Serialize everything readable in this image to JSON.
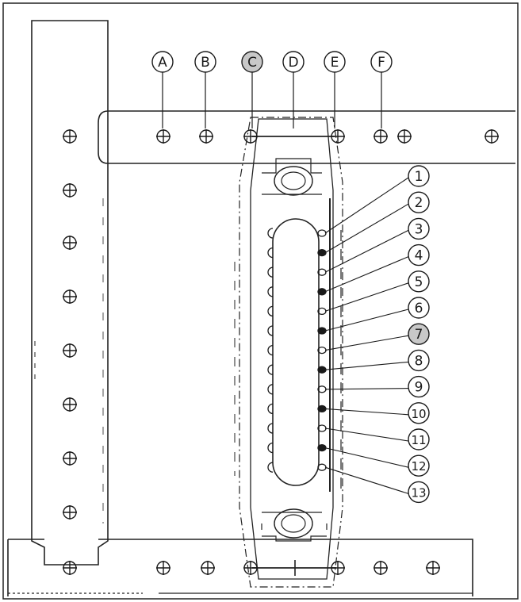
{
  "diagram": {
    "column_labels": [
      {
        "id": "A",
        "text": "A",
        "highlighted": false
      },
      {
        "id": "B",
        "text": "B",
        "highlighted": false
      },
      {
        "id": "C",
        "text": "C",
        "highlighted": true
      },
      {
        "id": "D",
        "text": "D",
        "highlighted": false
      },
      {
        "id": "E",
        "text": "E",
        "highlighted": false
      },
      {
        "id": "F",
        "text": "F",
        "highlighted": false
      }
    ],
    "bolt_labels": [
      {
        "text": "1",
        "highlighted": false
      },
      {
        "text": "2",
        "highlighted": false
      },
      {
        "text": "3",
        "highlighted": false
      },
      {
        "text": "4",
        "highlighted": false
      },
      {
        "text": "5",
        "highlighted": false
      },
      {
        "text": "6",
        "highlighted": false
      },
      {
        "text": "7",
        "highlighted": true
      },
      {
        "text": "8",
        "highlighted": false
      },
      {
        "text": "9",
        "highlighted": false
      },
      {
        "text": "10",
        "highlighted": false
      },
      {
        "text": "11",
        "highlighted": false
      },
      {
        "text": "12",
        "highlighted": false
      },
      {
        "text": "13",
        "highlighted": false
      }
    ],
    "colors": {
      "line": "#1a1a1a",
      "highlight_fill": "#c8c8c8",
      "background": "#ffffff"
    }
  }
}
